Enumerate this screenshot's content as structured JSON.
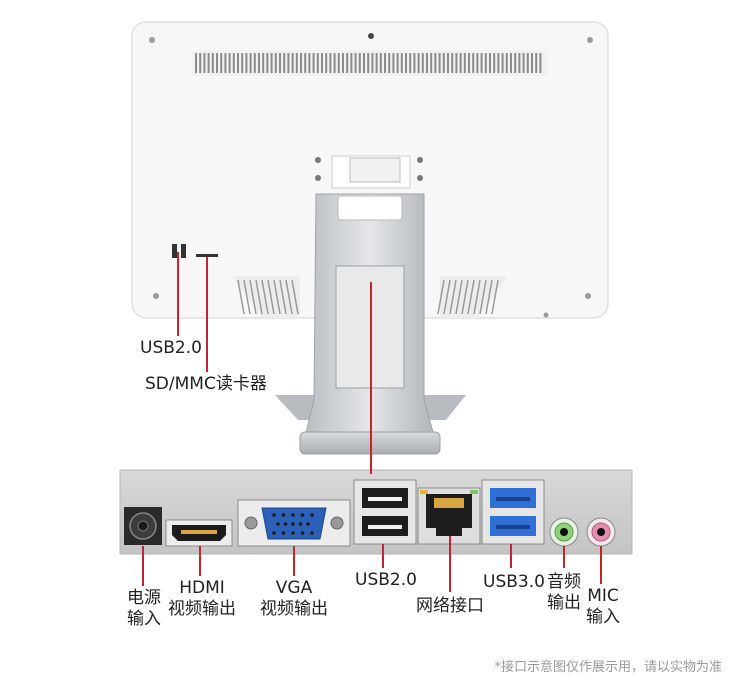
{
  "top_labels": {
    "usb20_side": "USB2.0",
    "sd_reader": "SD/MMC读卡器"
  },
  "port_labels": {
    "power_line1": "电源",
    "power_line2": "输入",
    "hdmi_line1": "HDMI",
    "hdmi_line2": "视频输出",
    "vga_line1": "VGA",
    "vga_line2": "视频输出",
    "usb20": "USB2.0",
    "lan": "网络接口",
    "usb30": "USB3.0",
    "audio_line1": "音频",
    "audio_line2": "输出",
    "mic_line1": "MIC",
    "mic_line2": "输入"
  },
  "note": "*接口示意图仅作展示用，请以实物为准",
  "colors": {
    "leader_line": "#c0272d",
    "usb3_blue": "#2f6fd6",
    "audio_green": "#8fd07a",
    "mic_pink": "#e58fb0",
    "vga_blue": "#2b5fb8"
  }
}
